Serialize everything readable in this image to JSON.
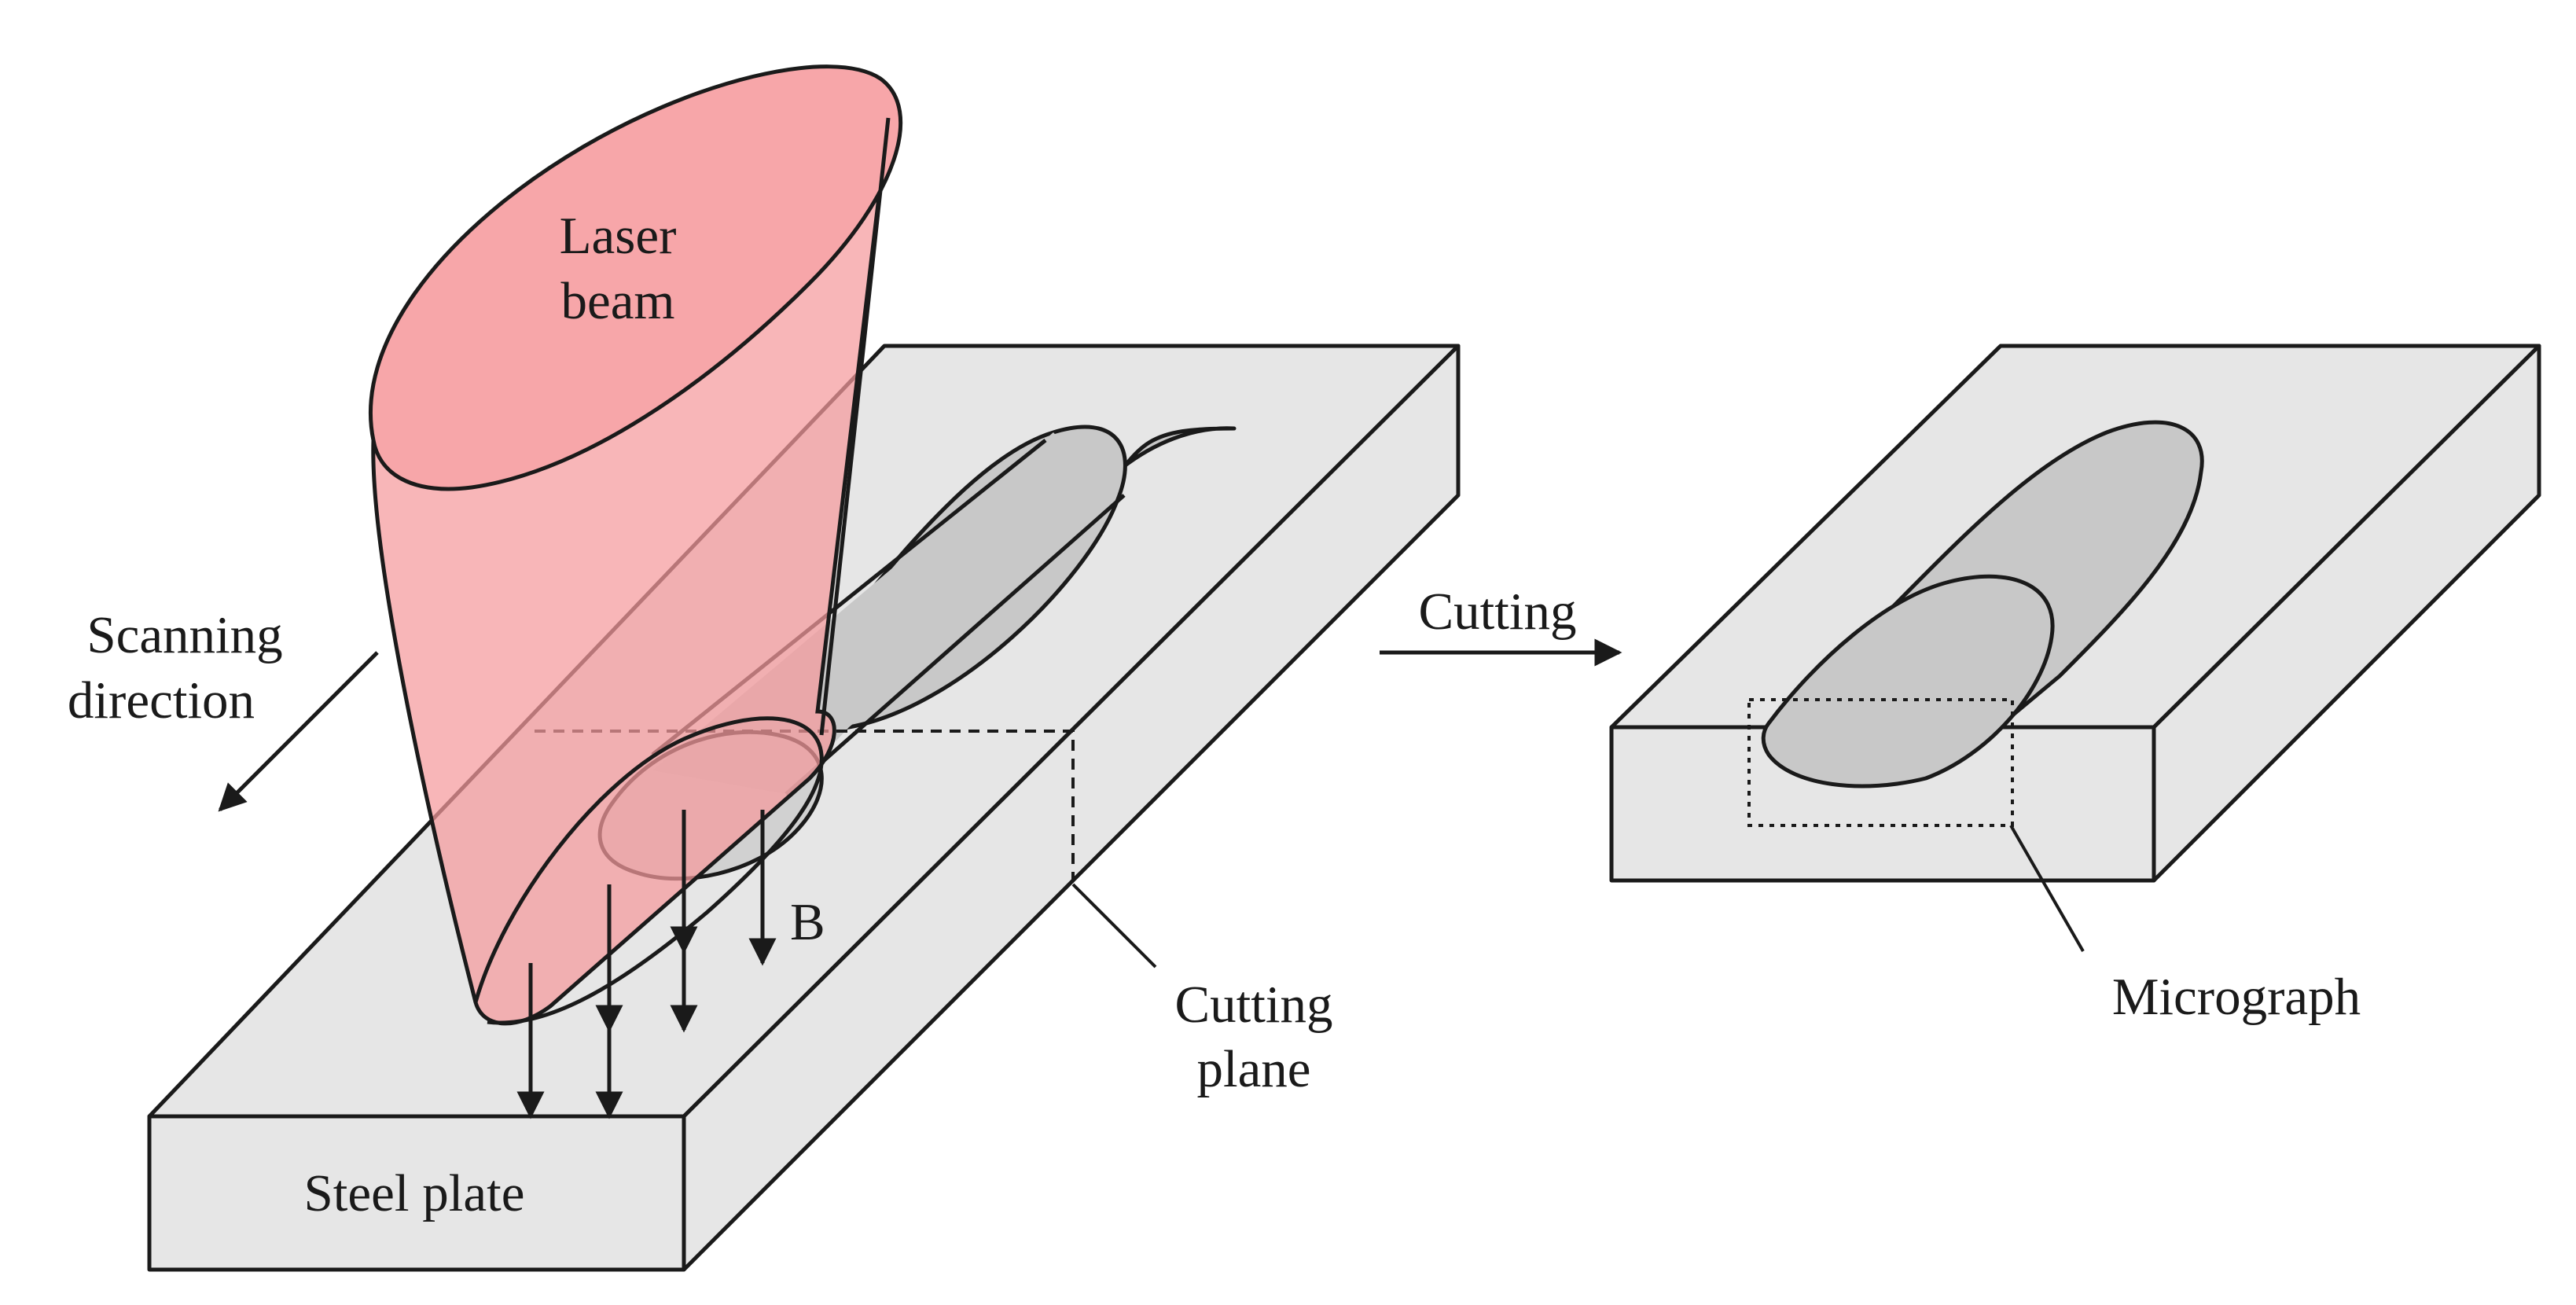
{
  "labels": {
    "laser_beam_line1": "Laser",
    "laser_beam_line2": "beam",
    "scanning_line1": "Scanning",
    "scanning_line2": "direction",
    "b_field": "B",
    "steel_plate": "Steel plate",
    "cutting_plane_line1": "Cutting",
    "cutting_plane_line2": "plane",
    "cutting": "Cutting",
    "micrograph": "Micrograph"
  },
  "colors": {
    "plate_fill": "#e6e6e6",
    "melt_fill": "#c8c8c8",
    "beam_fill": "#f59a9d",
    "stroke": "#1a1a1a"
  }
}
